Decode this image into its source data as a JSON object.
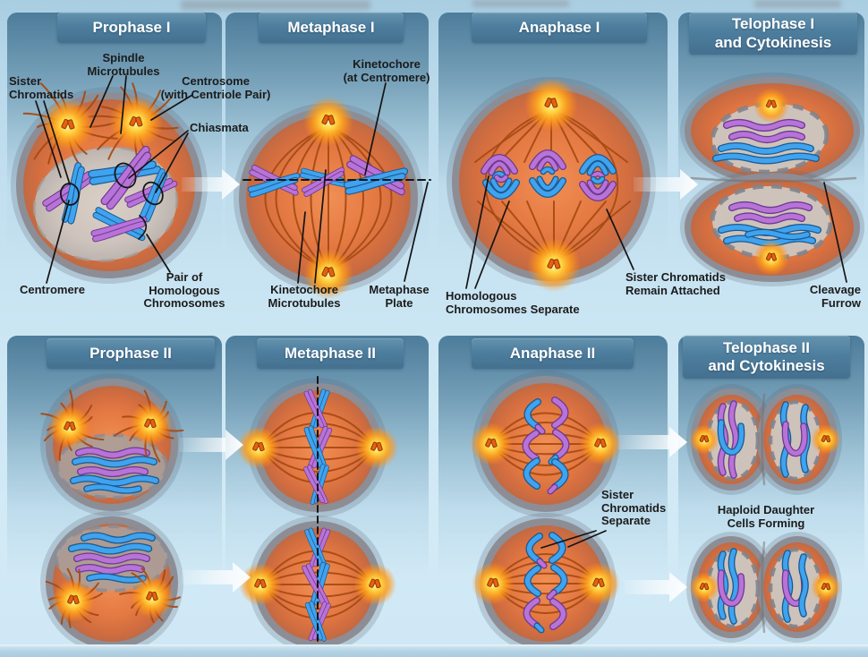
{
  "titles": {
    "prophase1": "Prophase I",
    "metaphase1": "Metaphase I",
    "anaphase1": "Anaphase I",
    "telophase1": "Telophase I\nand Cytokinesis",
    "prophase2": "Prophase II",
    "metaphase2": "Metaphase II",
    "anaphase2": "Anaphase II",
    "telophase2": "Telophase II\nand Cytokinesis"
  },
  "annotations": {
    "sister_chromatids": "Sister\nChromatids",
    "spindle_microtubules": "Spindle\nMicrotubules",
    "centrosome": "Centrosome\n(with Centriole Pair)",
    "chiasmata": "Chiasmata",
    "centromere": "Centromere",
    "pair_of_homologous": "Pair of\nHomologous\nChromosomes",
    "kinetochore": "Kinetochore\n(at Centromere)",
    "kinetochore_microtubules": "Kinetochore\nMicrotubules",
    "metaphase_plate": "Metaphase\nPlate",
    "homologous_separate": "Homologous\nChromosomes Separate",
    "sister_remain": "Sister Chromatids\nRemain Attached",
    "cleavage_furrow": "Cleavage\nFurrow",
    "sister_separate": "Sister\nChromatids\nSeparate",
    "haploid_daughter": "Haploid Daughter\nCells Forming"
  },
  "colors": {
    "background": "#c3e0f0",
    "panel_blue": "#4e7e9c",
    "title_bar": "#4a7b9b",
    "title_text": "#ffffff",
    "label_text": "#1b1b1b",
    "cell_orange": "#e2753f",
    "cell_rim_gray": "#8d8d95",
    "spindle_fiber": "#a64a12",
    "chromosome_blue": "#3fa3ef",
    "chromosome_purple": "#b873d8",
    "centrosome_glow": "#ffd23f",
    "arrow_white": "#ffffff"
  }
}
